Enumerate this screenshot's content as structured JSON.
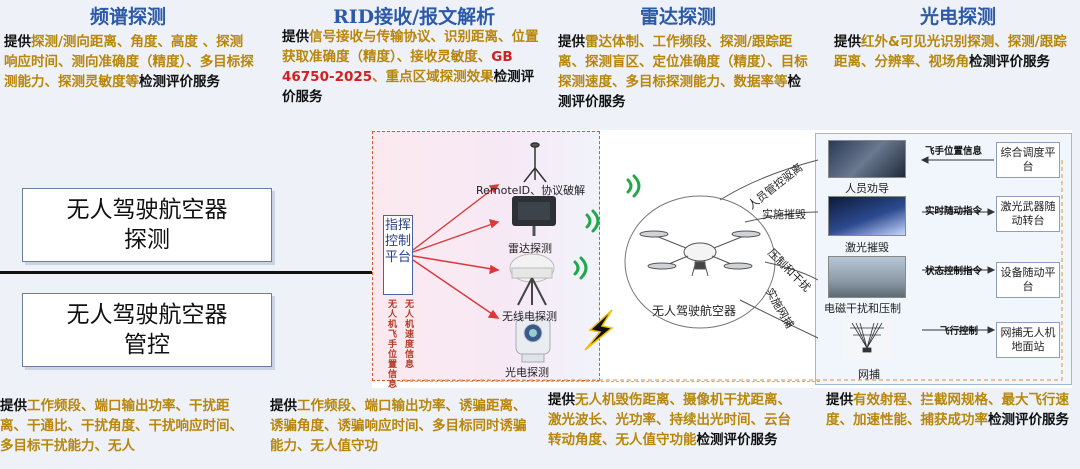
{
  "columns": [
    {
      "title": "频谱探测",
      "desc": [
        {
          "t": "提供",
          "c": "k"
        },
        {
          "t": "探测/测向距离、角度、高度 、探测响应时间、测向准确度（精度）、多目标探测能力、探测灵敏度等",
          "c": "hl"
        },
        {
          "t": "检测评价服务",
          "c": "k"
        }
      ]
    },
    {
      "title": "RID接收/报文解析",
      "desc": [
        {
          "t": "提供",
          "c": "k"
        },
        {
          "t": "信号接收与传输协议、识别距离、位置获取准确度（精度）、接收灵敏度、",
          "c": "hl"
        },
        {
          "t": "GB 46750-2025",
          "c": "red"
        },
        {
          "t": "、重点区域探测效果",
          "c": "hl"
        },
        {
          "t": "检测评价服务",
          "c": "k"
        }
      ]
    },
    {
      "title": "雷达探测",
      "desc": [
        {
          "t": "提供",
          "c": "k"
        },
        {
          "t": "雷达体制、工作频段、探测/跟踪距离、探测盲区、定位准确度（精度）、目标探测速度、多目标探测能力、数据率等",
          "c": "hl"
        },
        {
          "t": "检测评价服务",
          "c": "k"
        }
      ]
    },
    {
      "title": "光电探测",
      "desc": [
        {
          "t": "提供",
          "c": "k"
        },
        {
          "t": "红外&可见光识别探测、探测/跟踪距离、分辨率、视场角",
          "c": "hl"
        },
        {
          "t": "检测评价服务",
          "c": "k"
        }
      ]
    }
  ],
  "sections": {
    "detect_l1": "无人驾驶航空器",
    "detect_l2": "探测",
    "control_l1": "无人驾驶航空器",
    "control_l2": "管控"
  },
  "bottom": [
    {
      "desc": [
        {
          "t": "提供",
          "c": "k"
        },
        {
          "t": "工作频段、端口输出功率、干扰距离、干通比、干扰角度、干扰响应时间、多目标干扰能力、无人",
          "c": "hl"
        }
      ]
    },
    {
      "desc": [
        {
          "t": "提供",
          "c": "k"
        },
        {
          "t": "工作频段、端口输出功率、诱骗距离、诱骗角度、诱骗响应时间、多目标同时诱骗能力、无人值守功",
          "c": "hl"
        }
      ]
    },
    {
      "desc": [
        {
          "t": "提供",
          "c": "k"
        },
        {
          "t": "无人机毁伤距离、摄像机干扰距离、激光波长、光功率、持续出光时间、云台转动角度、无人值守",
          "c": "hl"
        },
        {
          "t": "功能",
          "c": "hl"
        },
        {
          "t": "检测评价服务",
          "c": "k"
        }
      ]
    },
    {
      "desc": [
        {
          "t": "提供",
          "c": "k"
        },
        {
          "t": "有效射程、拦截网规格、最大飞行速度、加速性能、捕获成功率",
          "c": "hl"
        },
        {
          "t": "检测评价服务",
          "c": "k"
        }
      ]
    }
  ],
  "diagram": {
    "command": "指挥控制平台",
    "vert_left": "无人机飞手位置信息",
    "vert_right": "无人机速度信息",
    "devices": [
      "RemoteID、协议破解",
      "雷达探测",
      "无线电探测",
      "光电探测"
    ],
    "drone": "无人驾驶航空器",
    "arcs": [
      "人员管控驱离",
      "实施摧毁",
      "压制和干扰",
      "实施网捕"
    ],
    "right": [
      {
        "photo": "人员劝导",
        "flow": "飞手位置信息",
        "box": "综合调度平台"
      },
      {
        "photo": "激光摧毁",
        "flow": "实时随动指令",
        "box": "激光武器随动转台"
      },
      {
        "photo": "电磁干扰和压制",
        "flow": "状态控制指令",
        "box": "设备随动平台"
      },
      {
        "photo": "网捕",
        "flow": "飞行控制",
        "box": "网捕无人机地面站"
      }
    ]
  },
  "colors": {
    "title": "#2d5aa8",
    "highlight": "#b8860b",
    "standard": "#d21f1f"
  }
}
